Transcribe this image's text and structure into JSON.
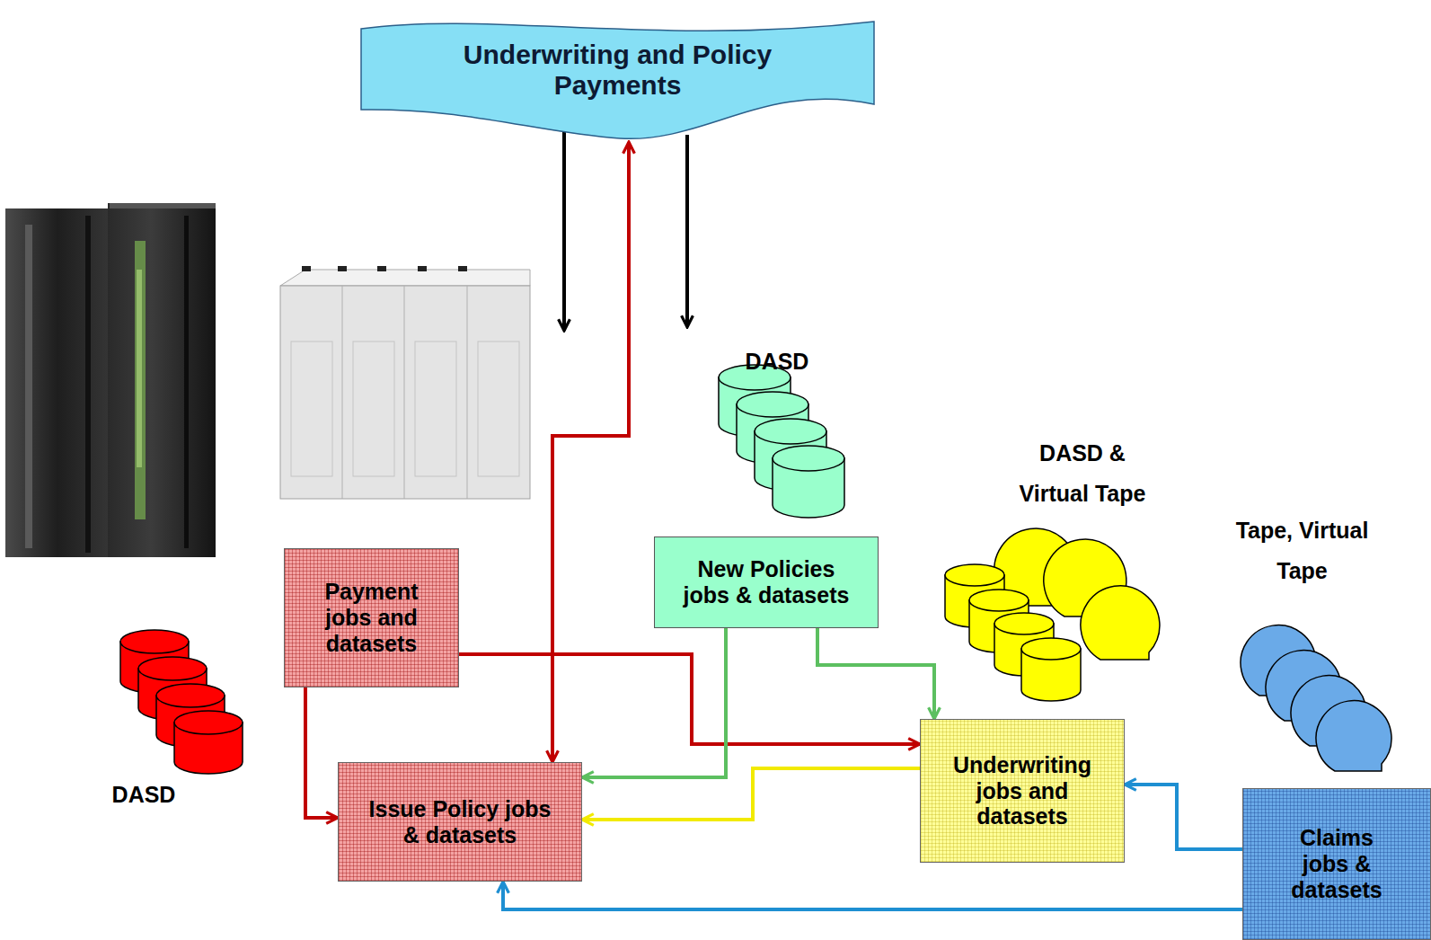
{
  "diagram": {
    "nodes": [
      {
        "text": [
          "Underwriting and Policy Payments"
        ]
      },
      {
        "text": [
          "Payment jobs and datasets"
        ]
      },
      {
        "text": [
          "New Policies jobs & datasets"
        ]
      },
      {
        "text": [
          "Issue Policy jobs & datasets"
        ]
      },
      {
        "text": [
          "Underwriting jobs and datasets"
        ]
      },
      {
        "text": [
          "Claims jobs & datasets"
        ]
      }
    ],
    "edges": [
      {
        "from": 0,
        "to": 3,
        "arrow": "both"
      },
      {
        "from": 1,
        "to": 3,
        "arrow": "to"
      },
      {
        "from": 1,
        "to": 4,
        "arrow": "to"
      },
      {
        "from": 2,
        "to": 3,
        "arrow": "to"
      },
      {
        "from": 2,
        "to": 4,
        "arrow": "to"
      },
      {
        "from": 4,
        "to": 3,
        "arrow": "to"
      },
      {
        "from": 5,
        "to": 4,
        "arrow": "to"
      },
      {
        "from": 5,
        "to": 3,
        "arrow": "to"
      }
    ],
    "labels": [
      "DASD",
      "DASD & Virtual Tape",
      "Tape, Virtual Tape",
      "DASD"
    ]
  }
}
